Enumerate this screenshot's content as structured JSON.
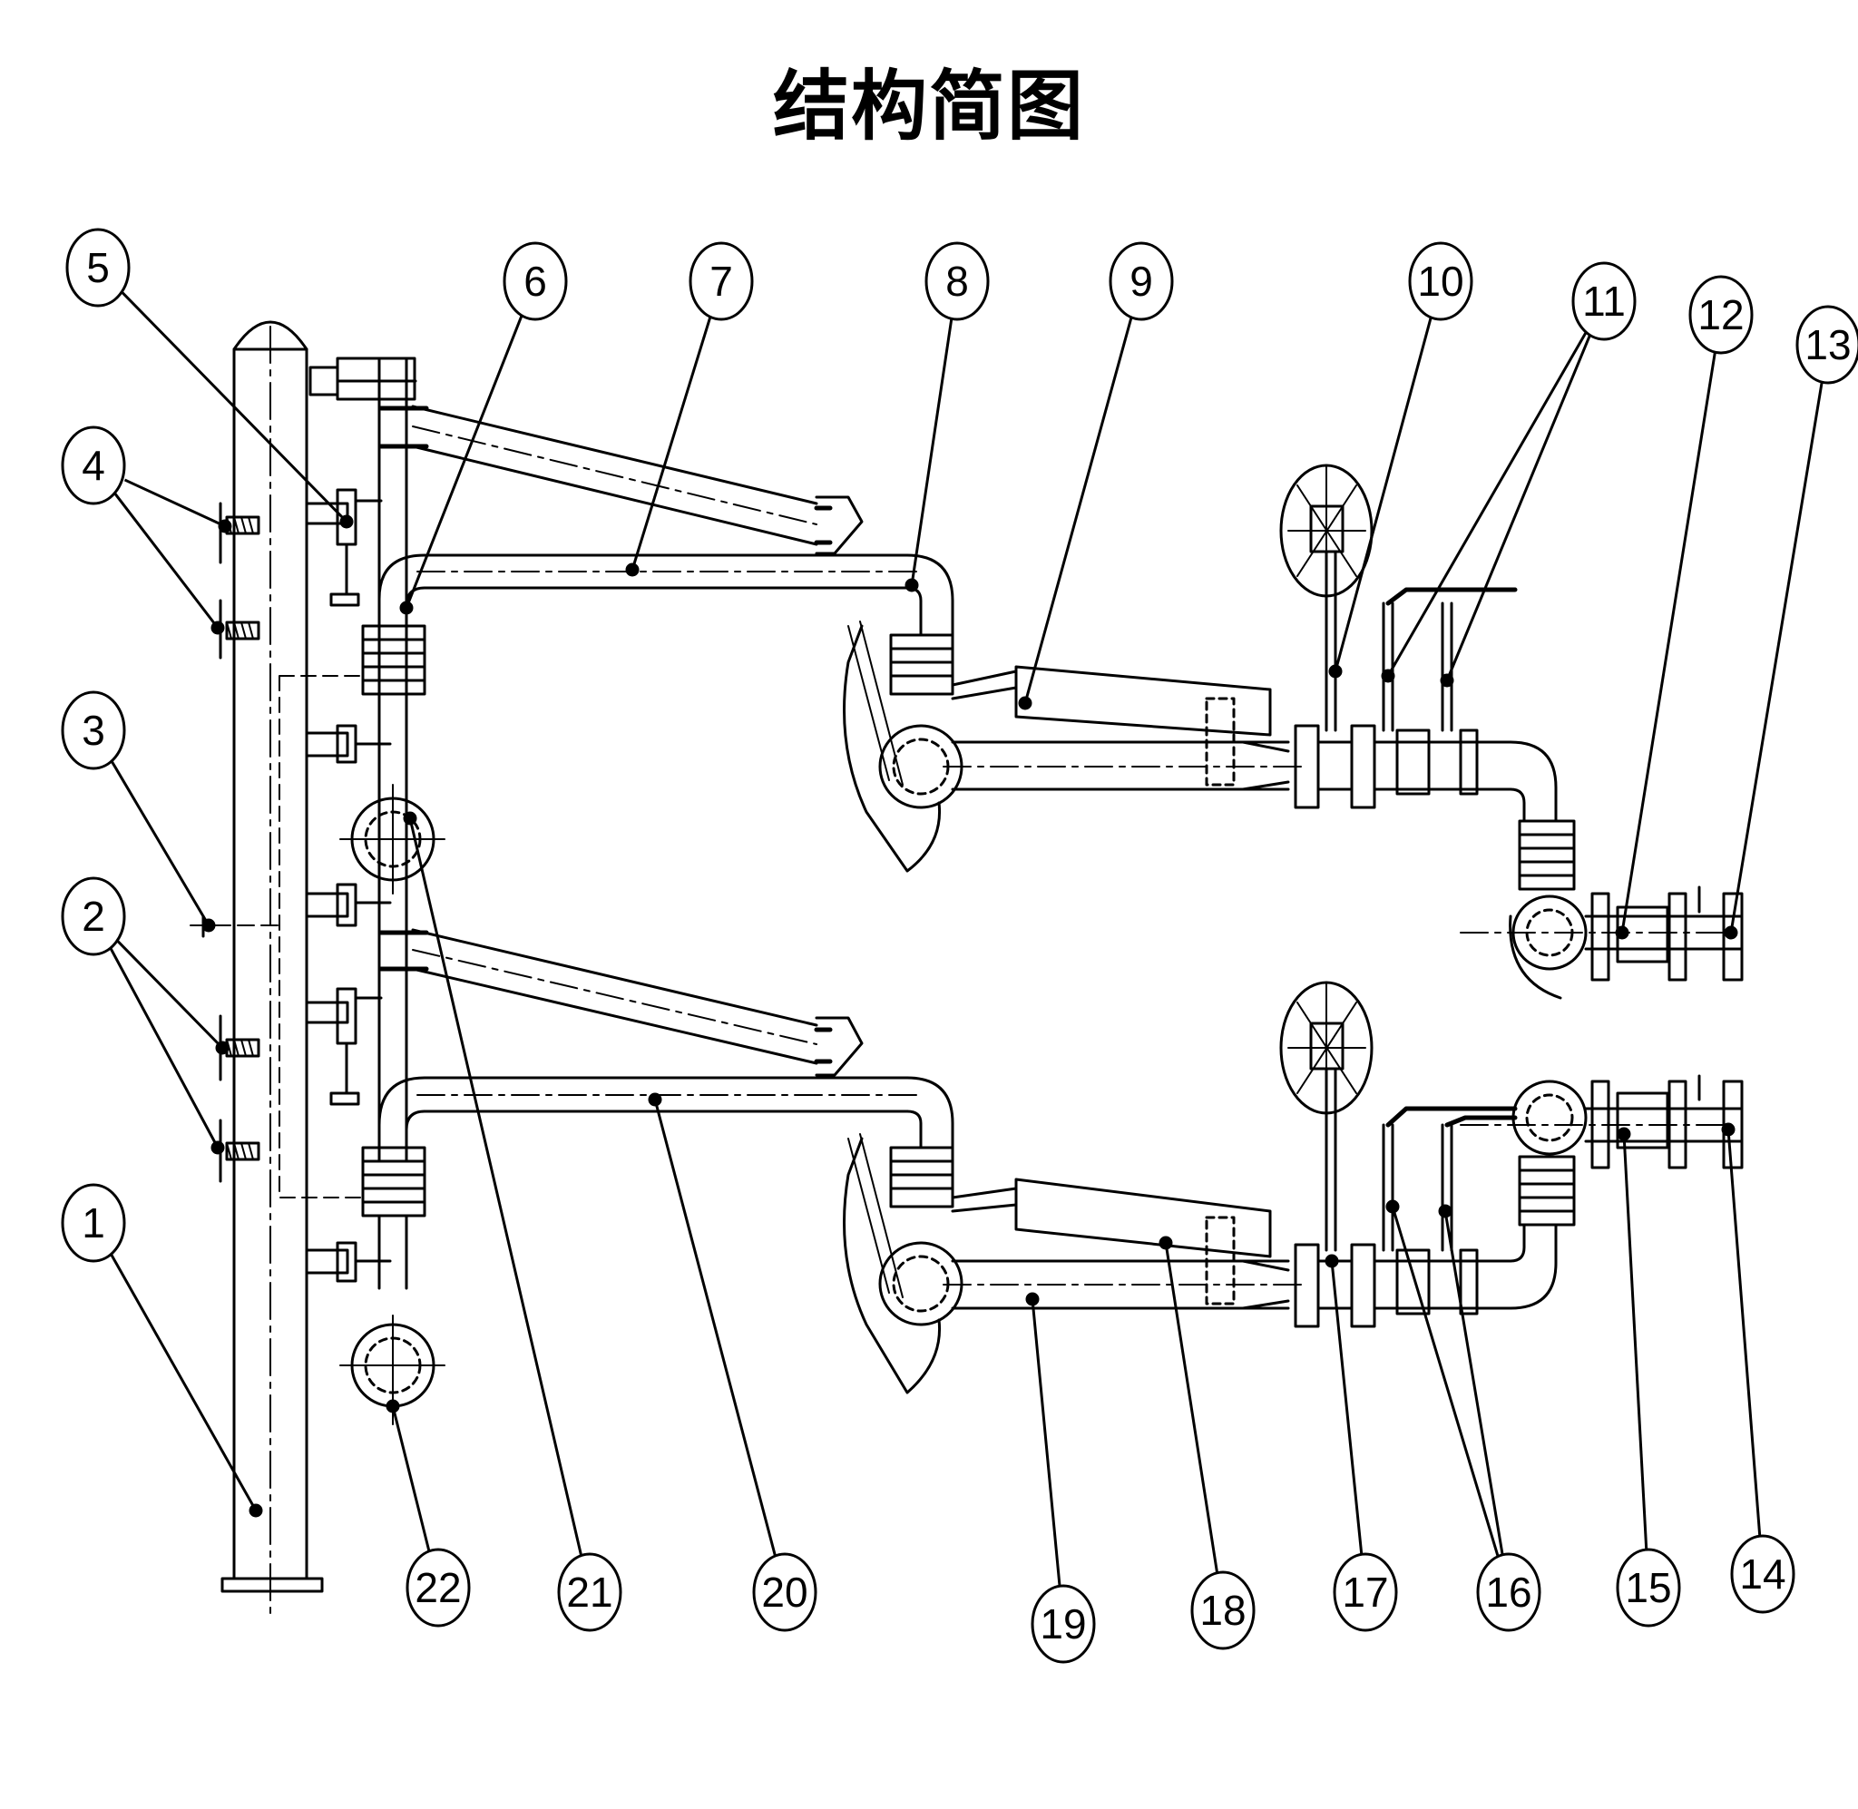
{
  "title": "结构简图",
  "callouts": [
    {
      "id": "c1",
      "label": "1"
    },
    {
      "id": "c2",
      "label": "2"
    },
    {
      "id": "c3",
      "label": "3"
    },
    {
      "id": "c4",
      "label": "4"
    },
    {
      "id": "c5",
      "label": "5"
    },
    {
      "id": "c6",
      "label": "6"
    },
    {
      "id": "c7",
      "label": "7"
    },
    {
      "id": "c8",
      "label": "8"
    },
    {
      "id": "c9",
      "label": "9"
    },
    {
      "id": "c10",
      "label": "10"
    },
    {
      "id": "c11",
      "label": "11"
    },
    {
      "id": "c12",
      "label": "12"
    },
    {
      "id": "c13",
      "label": "13"
    },
    {
      "id": "c14",
      "label": "14"
    },
    {
      "id": "c15",
      "label": "15"
    },
    {
      "id": "c16",
      "label": "16"
    },
    {
      "id": "c17",
      "label": "17"
    },
    {
      "id": "c18",
      "label": "18"
    },
    {
      "id": "c19",
      "label": "19"
    },
    {
      "id": "c20",
      "label": "20"
    },
    {
      "id": "c21",
      "label": "21"
    },
    {
      "id": "c22",
      "label": "22"
    }
  ]
}
